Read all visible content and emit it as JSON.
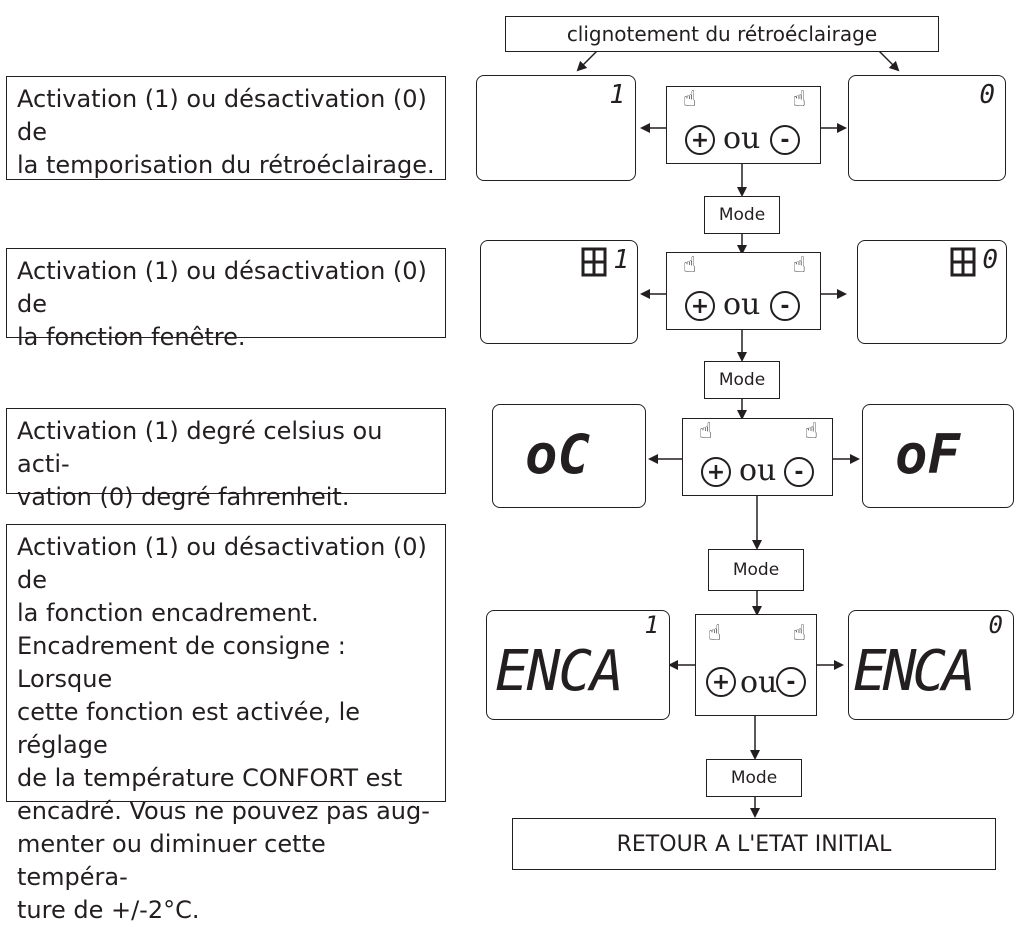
{
  "header_label": "clignotement du rétroéclairage",
  "footer_label": "RETOUR A L'ETAT INITIAL",
  "descriptions": [
    [
      "Activation (1) ou désactivation (0) de",
      "la temporisation du rétroéclairage."
    ],
    [
      "Activation (1) ou désactivation (0) de",
      "la fonction fenêtre."
    ],
    [
      "Activation (1) degré celsius ou acti-",
      "vation (0) degré fahrenheit."
    ],
    [
      "Activation (1) ou désactivation (0) de",
      "la fonction encadrement.",
      "Encadrement de consigne : Lorsque",
      "cette fonction est activée, le réglage",
      "de la température CONFORT est",
      "encadré. Vous ne pouvez pas aug-",
      "menter ou diminuer cette tempéra-",
      "ture de +/-2°C."
    ]
  ],
  "selector": {
    "plus": "+",
    "minus": "-",
    "or_label": "ou"
  },
  "mode_label": "Mode",
  "displays": {
    "row1": {
      "left": "1",
      "right": "0"
    },
    "row2": {
      "left": "1",
      "right": "0",
      "icon": "window-icon"
    },
    "row3": {
      "left": "oC",
      "right": "oF"
    },
    "row4": {
      "left_text": "ENCA",
      "left_digit": "1",
      "right_text": "ENCA",
      "right_digit": "0"
    }
  }
}
